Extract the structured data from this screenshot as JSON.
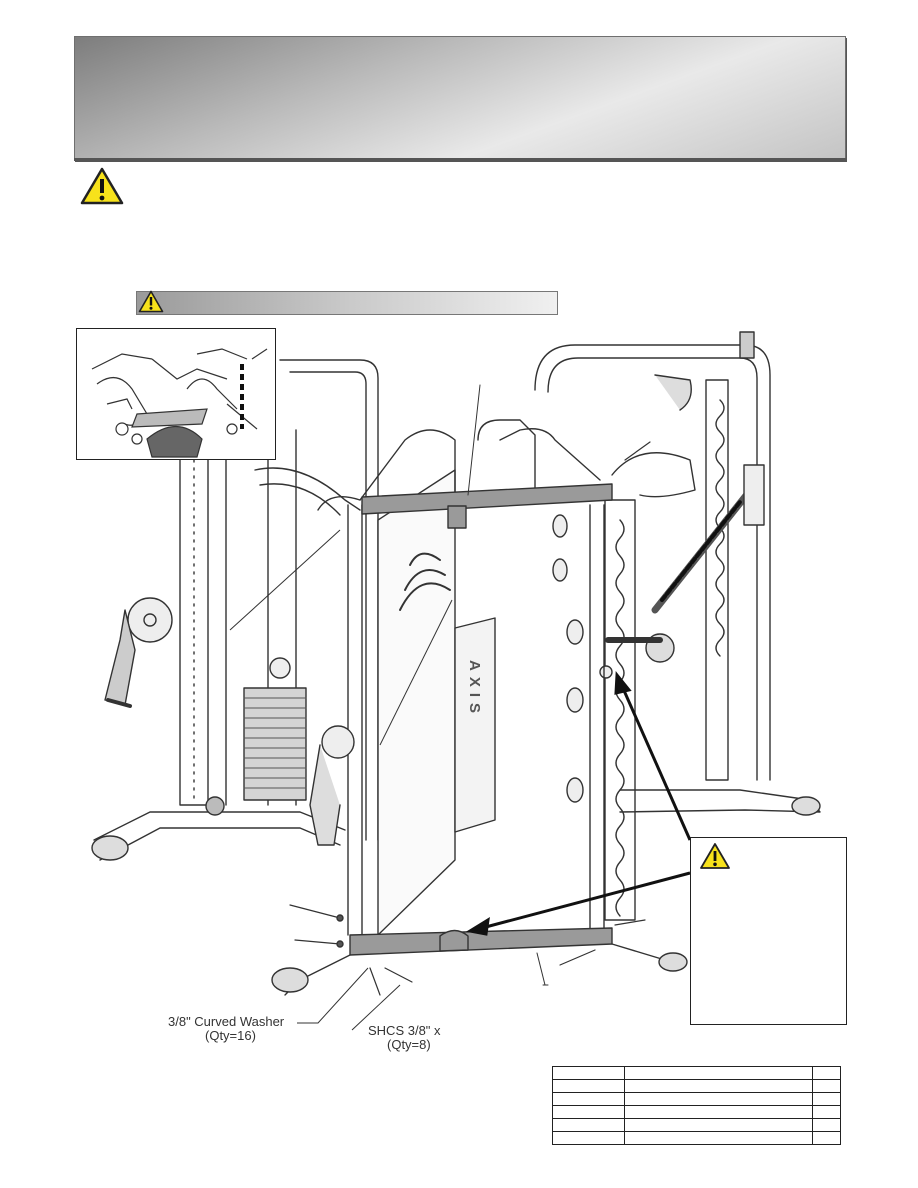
{
  "page": {
    "title": "",
    "warning_text": ""
  },
  "labels": {
    "curved_washer": "3/8\" Curved Washer",
    "curved_washer_qty": "(Qty=16)",
    "shcs": "SHCS 3/8\" x",
    "shcs_qty": "(Qty=8)"
  },
  "machine_branding": {
    "logo_text": "AXIS"
  },
  "icons": {
    "warning": "warning-triangle-icon"
  },
  "colors": {
    "warning_yellow": "#f7e21b",
    "banner_dark": "#7d7d7d",
    "banner_light": "#e9e9e9"
  },
  "parts_table": {
    "rows": [
      [
        "",
        "",
        ""
      ],
      [
        "",
        "",
        ""
      ],
      [
        "",
        "",
        ""
      ],
      [
        "",
        "",
        ""
      ],
      [
        "",
        "",
        ""
      ],
      [
        "",
        "",
        ""
      ]
    ]
  }
}
